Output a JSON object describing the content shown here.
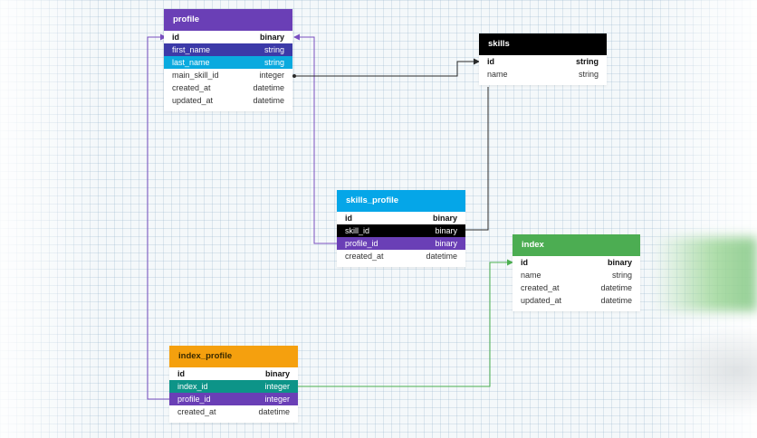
{
  "colors": {
    "profile_header": "#6a3fb6",
    "skills_header": "#000000",
    "skills_profile_header": "#05a6e8",
    "index_header": "#4cad52",
    "index_profile_header": "#f5a00e",
    "row_blue": "#3c3aa8",
    "row_cyan": "#0aaadf",
    "row_purple": "#6a3fb6",
    "row_black": "#000000",
    "row_teal": "#0d9488",
    "link_purple": "#7a4fc0",
    "link_dark": "#2a2a2a",
    "link_green": "#4caf50"
  },
  "tables": {
    "profile": {
      "title": "profile",
      "rows": [
        {
          "name": "id",
          "type": "binary"
        },
        {
          "name": "first_name",
          "type": "string"
        },
        {
          "name": "last_name",
          "type": "string"
        },
        {
          "name": "main_skill_id",
          "type": "integer"
        },
        {
          "name": "created_at",
          "type": "datetime"
        },
        {
          "name": "updated_at",
          "type": "datetime"
        }
      ]
    },
    "skills": {
      "title": "skills",
      "rows": [
        {
          "name": "id",
          "type": "string"
        },
        {
          "name": "name",
          "type": "string"
        }
      ]
    },
    "skills_profile": {
      "title": "skills_profile",
      "rows": [
        {
          "name": "id",
          "type": "binary"
        },
        {
          "name": "skill_id",
          "type": "binary"
        },
        {
          "name": "profile_id",
          "type": "binary"
        },
        {
          "name": "created_at",
          "type": "datetime"
        }
      ]
    },
    "index": {
      "title": "index",
      "rows": [
        {
          "name": "id",
          "type": "binary"
        },
        {
          "name": "name",
          "type": "string"
        },
        {
          "name": "created_at",
          "type": "datetime"
        },
        {
          "name": "updated_at",
          "type": "datetime"
        }
      ]
    },
    "index_profile": {
      "title": "index_profile",
      "rows": [
        {
          "name": "id",
          "type": "binary"
        },
        {
          "name": "index_id",
          "type": "integer"
        },
        {
          "name": "profile_id",
          "type": "integer"
        },
        {
          "name": "created_at",
          "type": "datetime"
        }
      ]
    }
  }
}
